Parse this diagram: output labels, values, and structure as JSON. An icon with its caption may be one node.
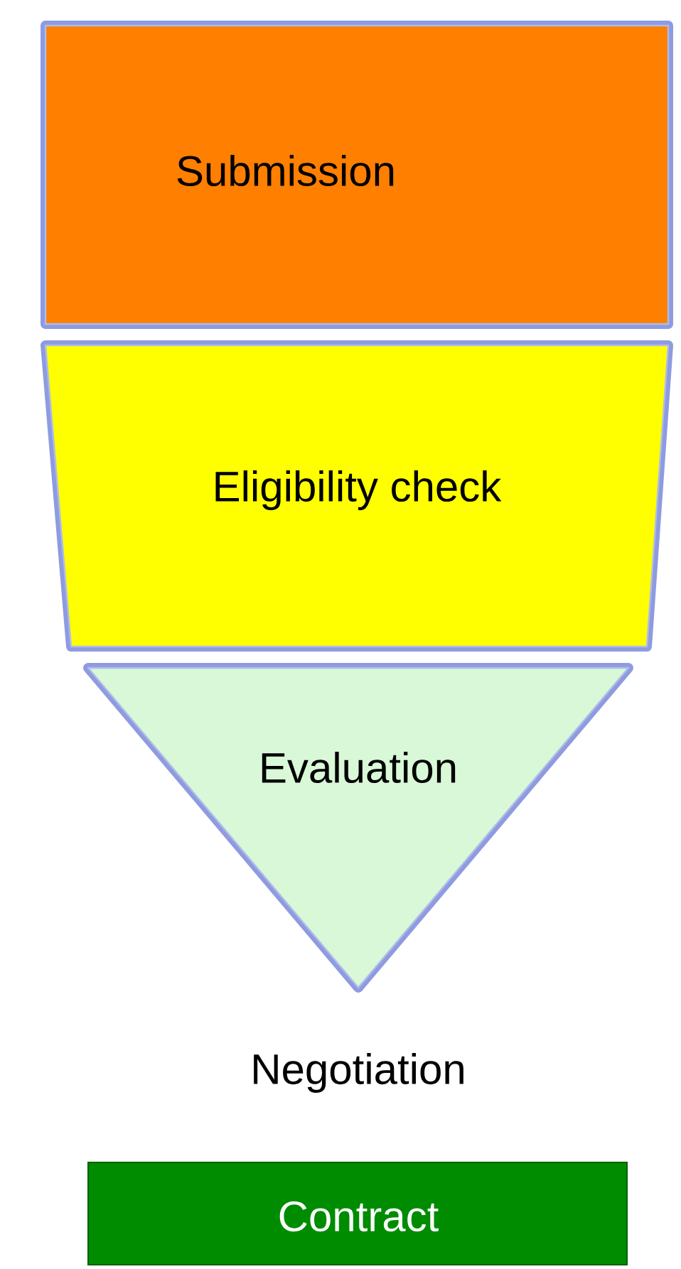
{
  "diagram": {
    "nodes": [
      {
        "text": [
          "Submission"
        ]
      },
      {
        "text": [
          "Eligibility check"
        ]
      },
      {
        "text": [
          "Evaluation"
        ]
      },
      {
        "text": [
          "Contract"
        ]
      }
    ],
    "labels": [
      "Negotiation"
    ]
  }
}
